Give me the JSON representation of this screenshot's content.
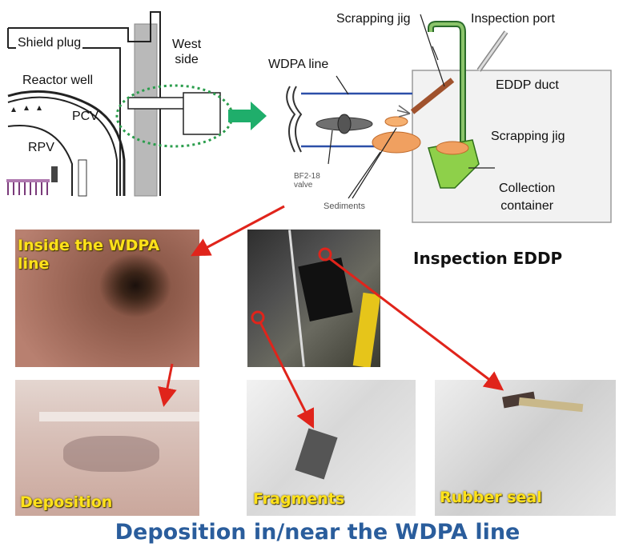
{
  "reactor_diagram": {
    "shield_plug": "Shield plug",
    "reactor_well": "Reactor well",
    "pcv": "PCV",
    "rpv": "RPV",
    "west_side": "West\nside"
  },
  "pipe_diagram": {
    "wdpa_line": "WDPA line",
    "valve": "BF2-18\nvalve",
    "sediments": "Sediments",
    "scrapping_jig_top": "Scrapping jig",
    "inspection_port": "Inspection port",
    "eddp_duct": "EDDP duct",
    "scrapping_jig_right": "Scrapping jig",
    "collection_container": "Collection\ncontainer"
  },
  "photos": {
    "inside_wdpa": "Inside the WDPA\nline",
    "deposition": "Deposition",
    "fragments": "Fragments",
    "rubber_seal": "Rubber seal"
  },
  "inspection_heading": "Inspection EDDP",
  "caption": "Deposition in/near the WDPA line",
  "colors": {
    "arrow_red": "#e0241b",
    "green_arrow": "#1fae6b",
    "caption_blue": "#2a5d9c",
    "label_yellow": "#ffe21a"
  }
}
